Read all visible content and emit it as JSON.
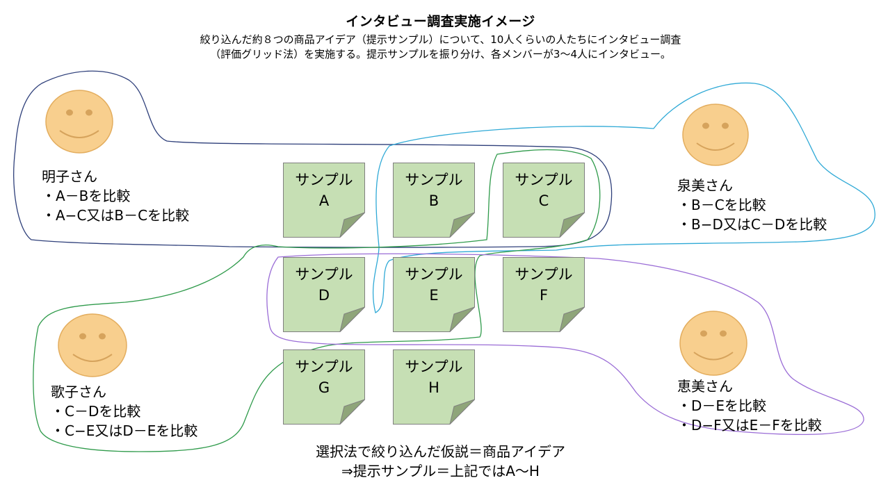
{
  "title": "インタビュー調査実施イメージ",
  "subtitle": [
    "絞り込んだ約８つの商品アイデア（提示サンプル）について、10人くらいの人たちにインタビュー調査",
    "（評価グリッド法）を実施する。提示サンプルを振り分け、各メンバーが3～4人にインタビュー。"
  ],
  "samples": [
    {
      "label": "サンプル",
      "letter": "A"
    },
    {
      "label": "サンプル",
      "letter": "B"
    },
    {
      "label": "サンプル",
      "letter": "C"
    },
    {
      "label": "サンプル",
      "letter": "D"
    },
    {
      "label": "サンプル",
      "letter": "E"
    },
    {
      "label": "サンプル",
      "letter": "F"
    },
    {
      "label": "サンプル",
      "letter": "G"
    },
    {
      "label": "サンプル",
      "letter": "H"
    }
  ],
  "people": [
    {
      "name": "明子さん",
      "lines": [
        "・A－Bを比較",
        "・A−C又はB－Cを比較"
      ],
      "group_color": "#2e3f7a"
    },
    {
      "name": "泉美さん",
      "lines": [
        "・B－Cを比較",
        "・B−D又はC－Dを比較"
      ],
      "group_color": "#2fa9d6"
    },
    {
      "name": "歌子さん",
      "lines": [
        "・C－Dを比較",
        "・C−E又はD－Eを比較"
      ],
      "group_color": "#2e9a4a"
    },
    {
      "name": "恵美さん",
      "lines": [
        "・D－Eを比較",
        "・D−F又はE－Fを比較"
      ],
      "group_color": "#9a6cd6"
    }
  ],
  "footer": [
    "選択法で絞り込んだ仮説＝商品アイデア",
    "⇒提示サンプル＝上記ではA～H"
  ],
  "colors": {
    "note_fill": "#c6dfb4",
    "note_border": "#7f7f7f",
    "note_fold": "#8fa57a",
    "face_fill": "#f8cf8e",
    "face_stroke": "#e3ad5e"
  },
  "icons": [
    "smiley-face-icon",
    "sticky-note-icon"
  ]
}
